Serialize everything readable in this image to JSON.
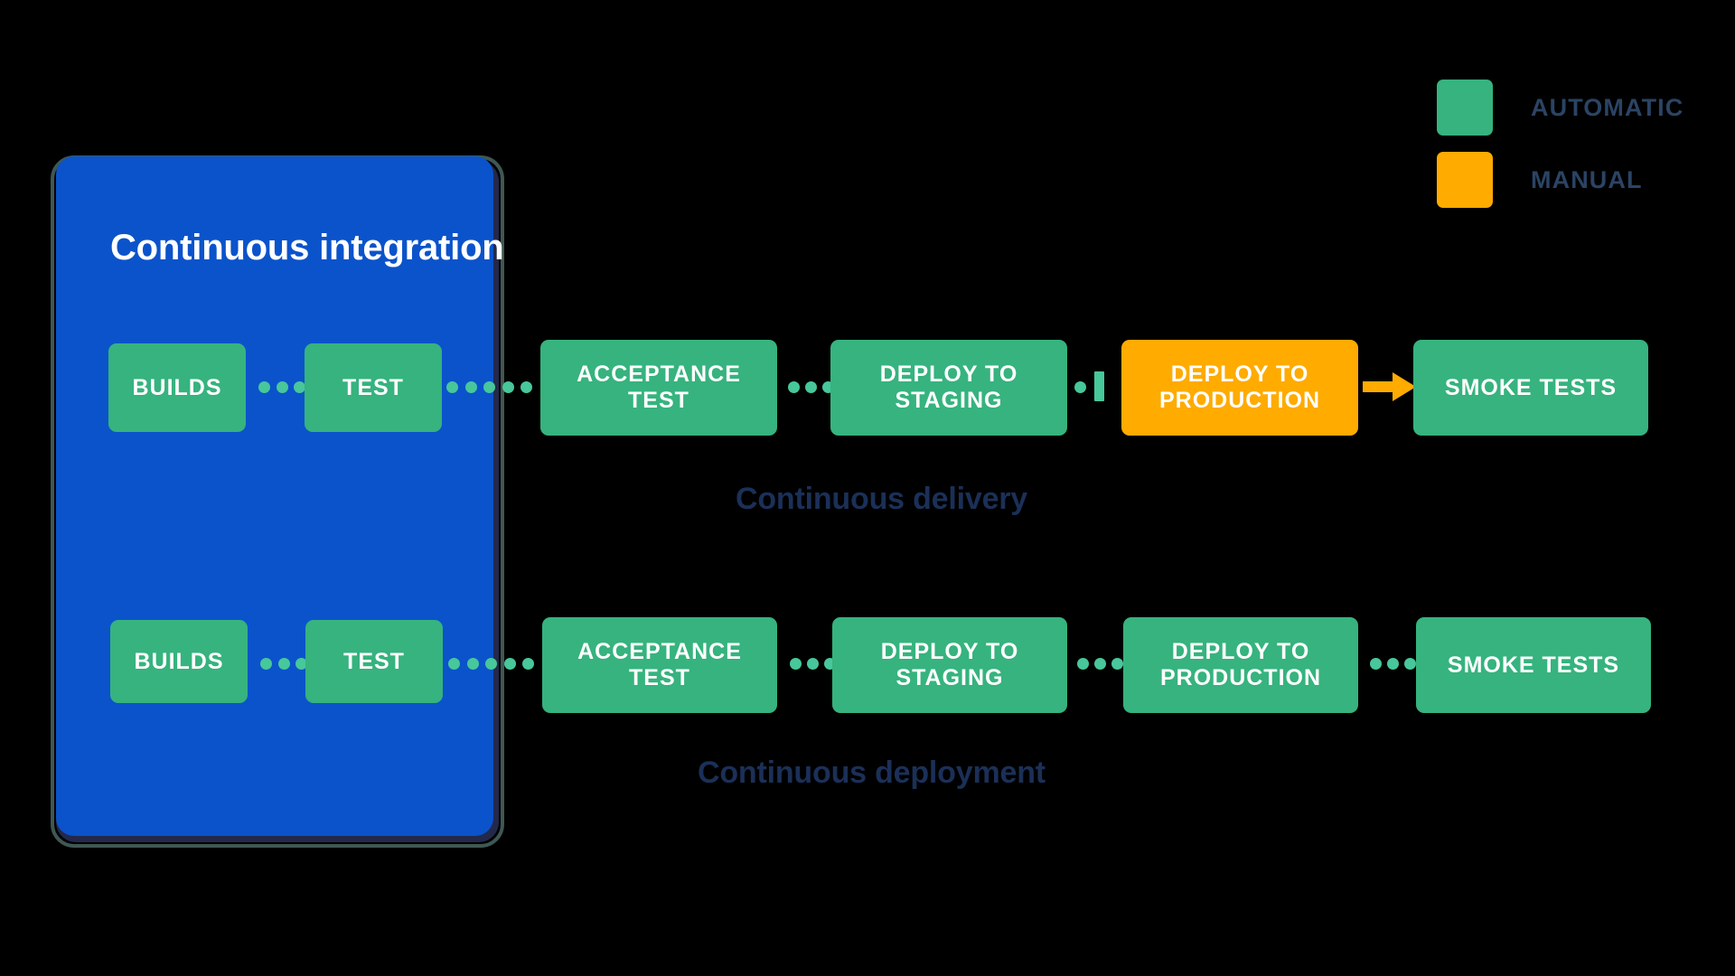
{
  "diagram": {
    "title": "CI/CD pipeline: continuous integration, delivery and deployment",
    "background_color": "#000000"
  },
  "colors": {
    "automatic": "#36B37E",
    "manual": "#FFAB00",
    "panel_blue": "#0B53CB",
    "panel_border": "#3F5753",
    "panel_shadow": "#23294A",
    "dot": "#47C79A",
    "arrow": "#FFAB00",
    "caption_text": "#1B3058",
    "legend_text": "#2B4464",
    "box_text": "#FFFFFF"
  },
  "legend": {
    "items": [
      {
        "label": "AUTOMATIC",
        "swatch": "automatic",
        "color": "#36B37E"
      },
      {
        "label": "MANUAL",
        "swatch": "manual",
        "color": "#FFAB00"
      }
    ]
  },
  "ci_panel": {
    "title": "Continuous integration"
  },
  "rows": [
    {
      "id": "continuous-delivery",
      "caption": "Continuous delivery",
      "stages": [
        {
          "label": "BUILDS",
          "type": "automatic"
        },
        {
          "label": "TEST",
          "type": "automatic"
        },
        {
          "label": "ACCEPTANCE TEST",
          "line1": "ACCEPTANCE",
          "line2": "TEST",
          "type": "automatic"
        },
        {
          "label": "DEPLOY TO STAGING",
          "line1": "DEPLOY TO",
          "line2": "STAGING",
          "type": "automatic"
        },
        {
          "label": "DEPLOY TO PRODUCTION",
          "line1": "DEPLOY TO",
          "line2": "PRODUCTION",
          "type": "manual"
        },
        {
          "label": "SMOKE TESTS",
          "type": "automatic"
        }
      ],
      "connectors": [
        "dotted",
        "dotted",
        "dotted",
        "gate",
        "arrow"
      ]
    },
    {
      "id": "continuous-deployment",
      "caption": "Continuous deployment",
      "stages": [
        {
          "label": "BUILDS",
          "type": "automatic"
        },
        {
          "label": "TEST",
          "type": "automatic"
        },
        {
          "label": "ACCEPTANCE TEST",
          "line1": "ACCEPTANCE",
          "line2": "TEST",
          "type": "automatic"
        },
        {
          "label": "DEPLOY TO STAGING",
          "line1": "DEPLOY TO",
          "line2": "STAGING",
          "type": "automatic"
        },
        {
          "label": "DEPLOY TO PRODUCTION",
          "line1": "DEPLOY TO",
          "line2": "PRODUCTION",
          "type": "automatic"
        },
        {
          "label": "SMOKE TESTS",
          "type": "automatic"
        }
      ],
      "connectors": [
        "dotted",
        "dotted",
        "dotted",
        "dotted",
        "dotted"
      ]
    }
  ]
}
